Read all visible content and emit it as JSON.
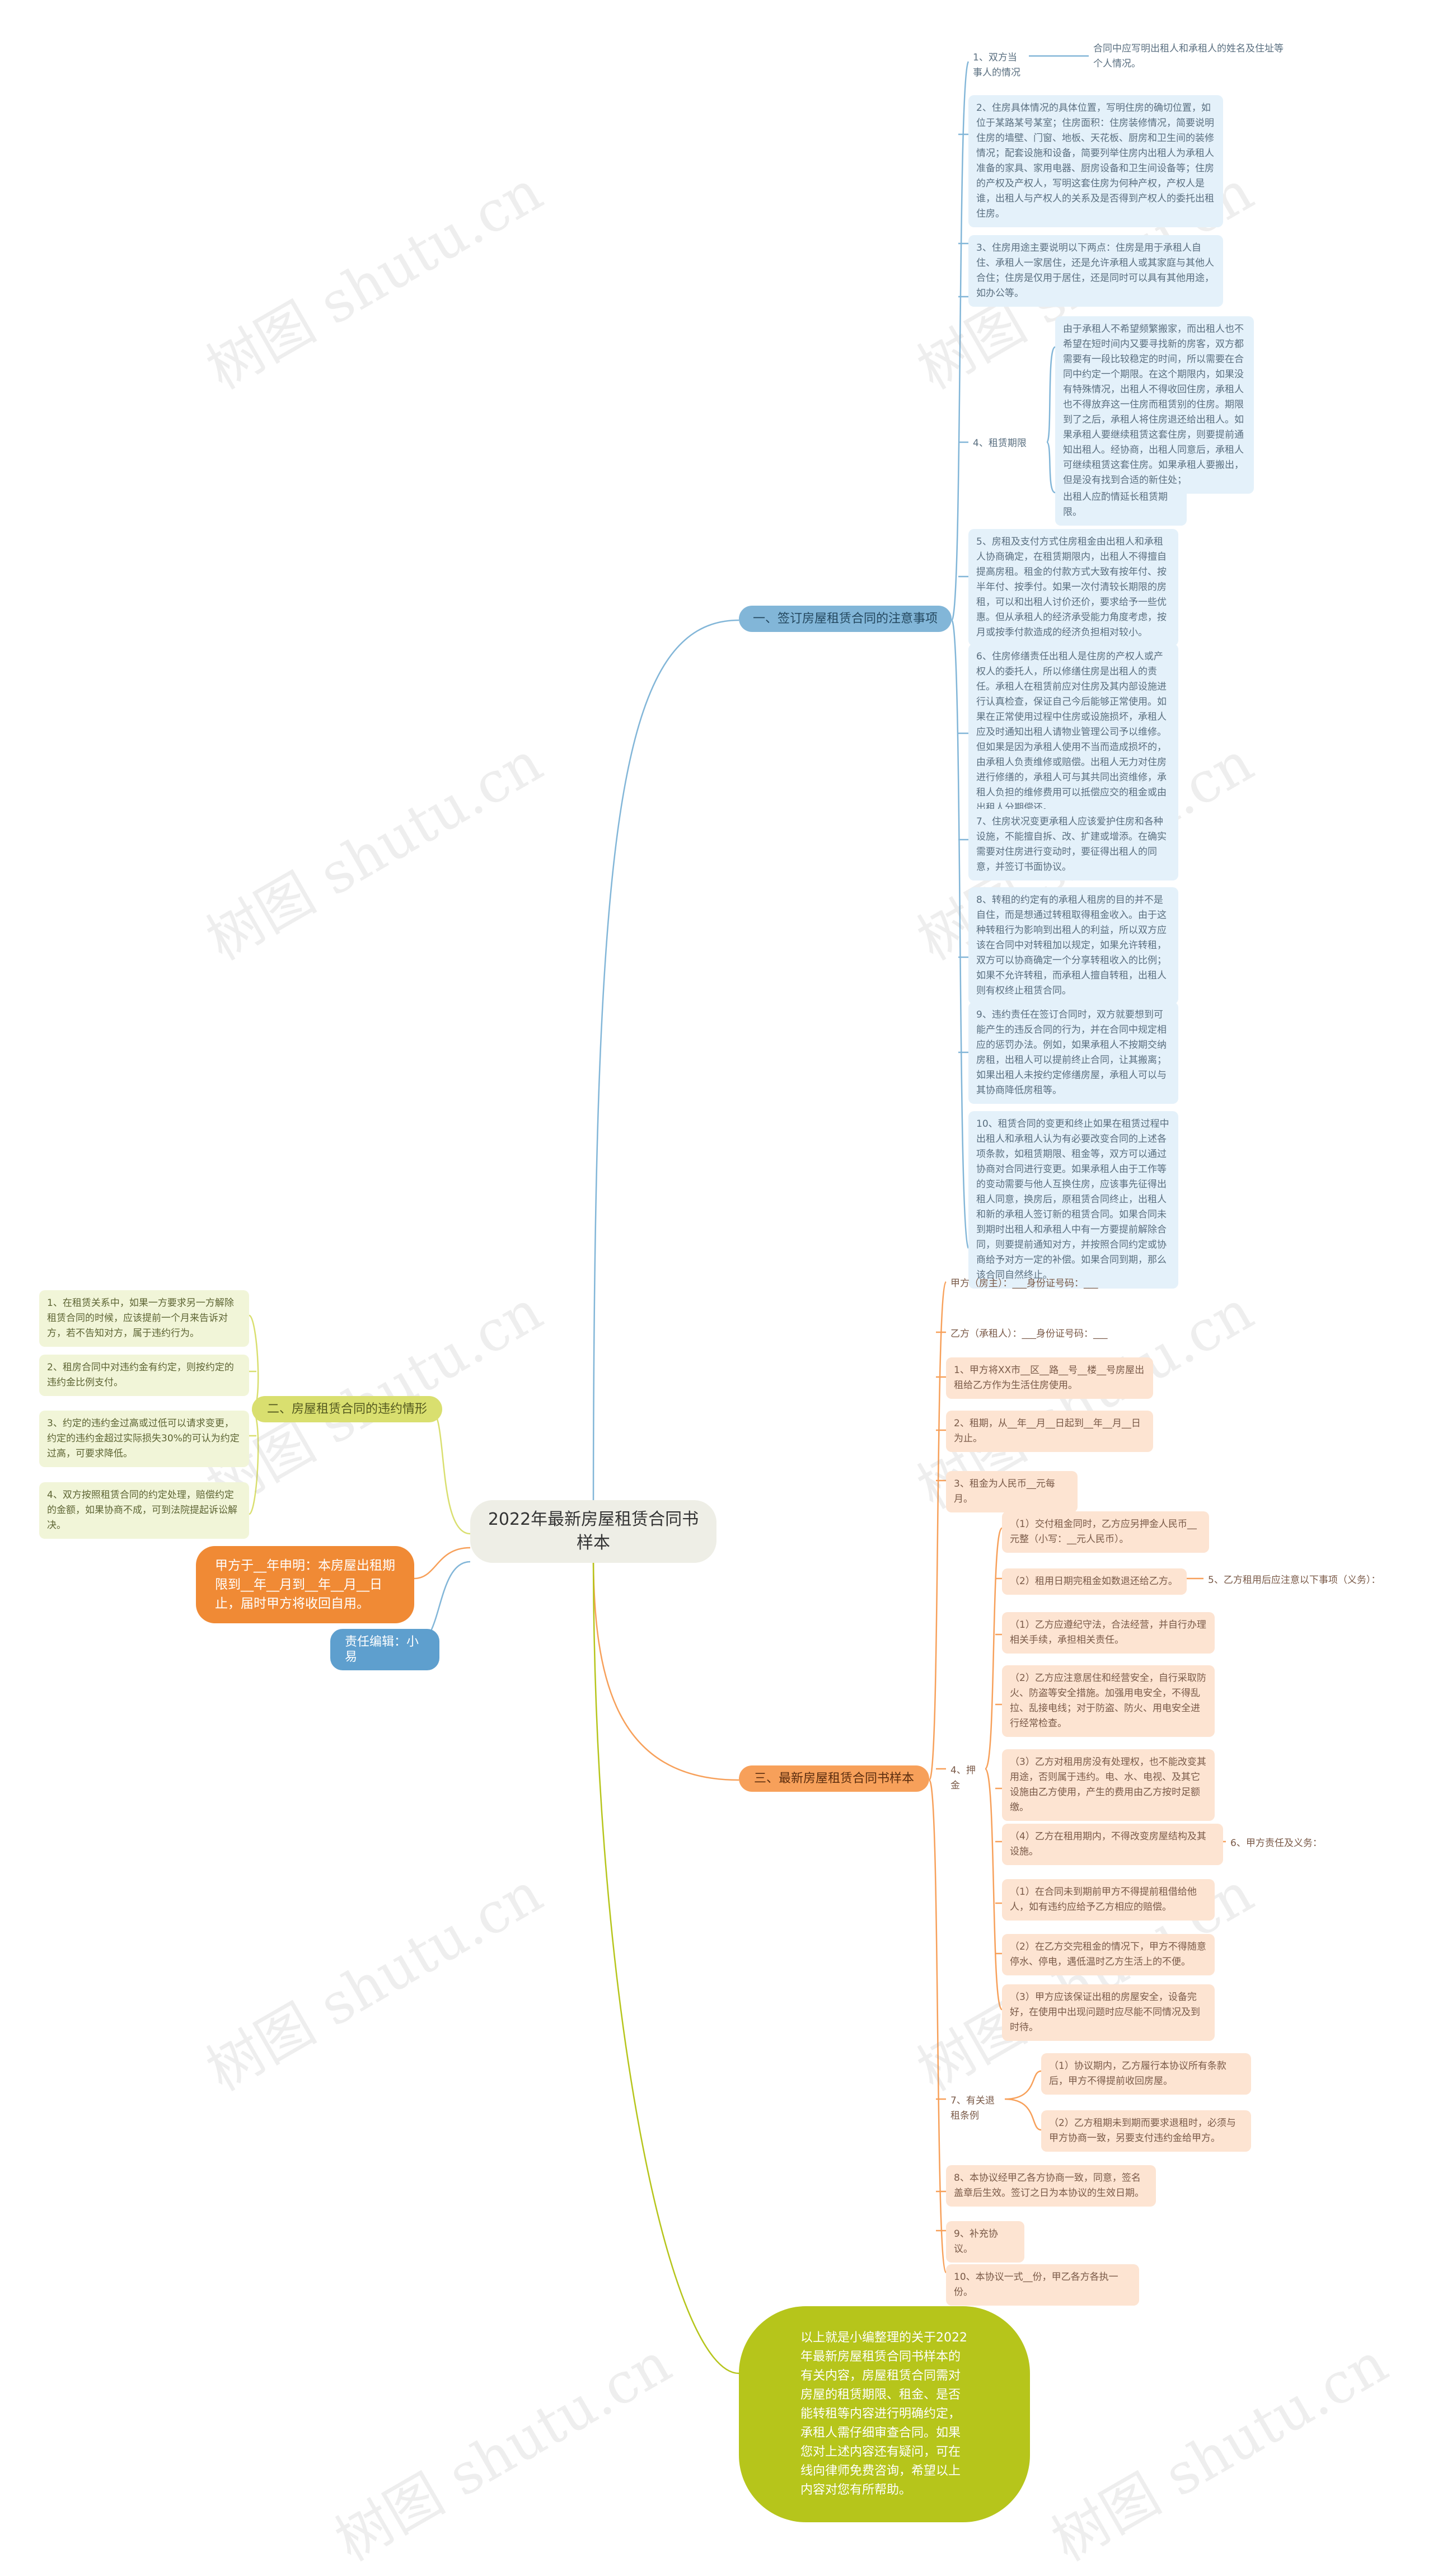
{
  "root": "2022年最新房屋租赁合同书样本",
  "branch1": {
    "title": "一、签订房屋租赁合同的注意事项",
    "items": [
      "1、双方当事人的情况",
      "2、住房具体情况的具体位置，写明住房的确切位置，如位于某路某号某室；住房面积：住房装修情况，简要说明住房的墙壁、门窗、地板、天花板、厨房和卫生间的装修情况；配套设施和设备，简要列举住房内出租人为承租人准备的家具、家用电器、厨房设备和卫生间设备等；住房的产权及产权人，写明这套住房为何种产权，产权人是谁，出租人与产权人的关系及是否得到产权人的委托出租住房。",
      "3、住房用途主要说明以下两点：住房是用于承租人自住、承租人一家居住，还是允许承租人或其家庭与其他人合住；住房是仅用于居住，还是同时可以具有其他用途，如办公等。",
      "4、租赁期限",
      "5、房租及支付方式住房租金由出租人和承租人协商确定，在租赁期限内，出租人不得擅自提高房租。租金的付款方式大致有按年付、按半年付、按季付。如果一次付清较长期限的房租，可以和出租人讨价还价，要求给予一些优惠。但从承租人的经济承受能力角度考虑，按月或按季付款造成的经济负担相对较小。",
      "6、住房修缮责任出租人是住房的产权人或产权人的委托人，所以修缮住房是出租人的责任。承租人在租赁前应对住房及其内部设施进行认真检查，保证自己今后能够正常使用。如果在正常使用过程中住房或设施损坏，承租人应及时通知出租人请物业管理公司予以维修。但如果是因为承租人使用不当而造成损坏的，由承租人负责维修或赔偿。出租人无力对住房进行修缮的，承租人可与其共同出资维修，承租人负担的维修费用可以抵偿应交的租金或由出租人分期偿还。",
      "7、住房状况变更承租人应该爱护住房和各种设施，不能擅自拆、改、扩建或增添。在确实需要对住房进行变动时，要征得出租人的同意，并签订书面协议。",
      "8、转租的约定有的承租人租房的目的并不是自住，而是想通过转租取得租金收入。由于这种转租行为影响到出租人的利益，所以双方应该在合同中对转租加以规定，如果允许转租，双方可以协商确定一个分享转租收入的比例；如果不允许转租，而承租人擅自转租，出租人则有权终止租赁合同。",
      "9、违约责任在签订合同时，双方就要想到可能产生的违反合同的行为，并在合同中规定相应的惩罚办法。例如，如果承租人不按期交纳房租，出租人可以提前终止合同，让其搬离；如果出租人未按约定修缮房屋，承租人可以与其协商降低房租等。",
      "10、租赁合同的变更和终止如果在租赁过程中出租人和承租人认为有必要改变合同的上述各项条款，如租赁期限、租金等，双方可以通过协商对合同进行变更。如果承租人由于工作等的变动需要与他人互换住房，应该事先征得出租人同意，换房后，原租赁合同终止，出租人和新的承租人签订新的租赁合同。如果合同未到期时出租人和承租人中有一方要提前解除合同，则要提前通知对方，并按照合同约定或协商给予对方一定的补偿。如果合同到期，那么该合同自然终止。"
    ],
    "party_detail": "合同中应写明出租人和承租人的姓名及住址等个人情况。",
    "term_detail_1": "由于承租人不希望频繁搬家，而出租人也不希望在短时间内又要寻找新的房客，双方都需要有一段比较稳定的时间，所以需要在合同中约定一个期限。在这个期限内，如果没有特殊情况，出租人不得收回住房，承租人也不得放弃这一住房而租赁别的住房。期限到了之后，承租人将住房退还给出租人。如果承租人要继续租赁这套住房，则要提前通知出租人。经协商，出租人同意后，承租人可继续租赁这套住房。如果承租人要搬出，但是没有找到合适的新住处；",
    "term_detail_2": "出租人应酌情延长租赁期限。"
  },
  "branch2": {
    "title": "二、房屋租赁合同的违约情形",
    "items": [
      "1、在租赁关系中，如果一方要求另一方解除租赁合同的时候，应该提前一个月来告诉对方，若不告知对方，属于违约行为。",
      "2、租房合同中对违约金有约定，则按约定的违约金比例支付。",
      "3、约定的违约金过高或过低可以请求变更，约定的违约金超过实际损失30%的可认为约定过高，可要求降低。",
      "4、双方按照租赁合同的约定处理，赔偿约定的金额，如果协商不成，可到法院提起诉讼解决。"
    ]
  },
  "branch3": {
    "title": "三、最新房屋租赁合同书样本",
    "party_a": "甲方（房主）：___身份证号码：___",
    "party_b": "乙方（承租人）：___身份证号码：___",
    "item1": "1、甲方将XX市__区__路__号__楼__号房屋出租给乙方作为生活住房使用。",
    "item2": "2、租期，从__年__月__日起到__年__月__日为止。",
    "item3": "3、租金为人民币__元每月。",
    "item4": "4、押金",
    "deposit_sub": [
      "（1）交付租金同时，乙方应另押金人民币__元整（小写：__元人民币）。",
      "（2）租用日期完租金如数退还给乙方。"
    ],
    "item5": "5、乙方租用后应注意以下事项（义务）：",
    "lessee_duties": [
      "（1）乙方应遵纪守法，合法经营，并自行办理相关手续，承担相关责任。",
      "（2）乙方应注意居住和经营安全，自行采取防火、防盗等安全措施。加强用电安全，不得乱拉、乱接电线；对于防盗、防火、用电安全进行经常检查。",
      "（3）乙方对租用房没有处理权，也不能改变其用途，否则属于违约。电、水、电视、及其它设施由乙方使用，产生的费用由乙方按时足额缴。",
      "（4）乙方在租用期内，不得改变房屋结构及其设施。"
    ],
    "item6": "6、甲方责任及义务：",
    "lessor_duties": [
      "（1）在合同未到期前甲方不得提前租借给他人，如有违约应给予乙方相应的赔偿。",
      "（2）在乙方交完租金的情况下，甲方不得随意停水、停电，遇低温时乙方生活上的不便。",
      "（3）甲方应该保证出租的房屋安全，设备完好，在使用中出现问题时应尽能不同情况及到时待。"
    ],
    "item7": "7、有关退租条例",
    "withdraw": [
      "（1）协议期内，乙方履行本协议所有条款后，甲方不得提前收回房屋。",
      "（2）乙方租期未到期而要求退租时，必须与甲方协商一致，另要支付违约金给甲方。"
    ],
    "item8": "8、本协议经甲乙各方协商一致，同意，签名盖章后生效。签订之日为本协议的生效日期。",
    "item9": "9、补充协议。",
    "item10": "10、本协议一式__份，甲乙各方各执一份。"
  },
  "note": "甲方于__年申明：本房屋出租期限到__年__月到__年__月__日止，届时甲方将收回自用。",
  "editor": "责任编辑：小易",
  "summary": "以上就是小编整理的关于2022年最新房屋租赁合同书样本的有关内容，房屋租赁合同需对房屋的租赁期限、租金、是否能转租等内容进行明确约定，承租人需仔细审查合同。如果您对上述内容还有疑问，可在线向律师免费咨询，希望以上内容对您有所帮助。",
  "watermark": "树图 shutu.cn",
  "colors": {
    "blue": "#82b6d8",
    "orange": "#f7a05a",
    "green": "#d9df6f",
    "summary": "#b6c51b"
  }
}
